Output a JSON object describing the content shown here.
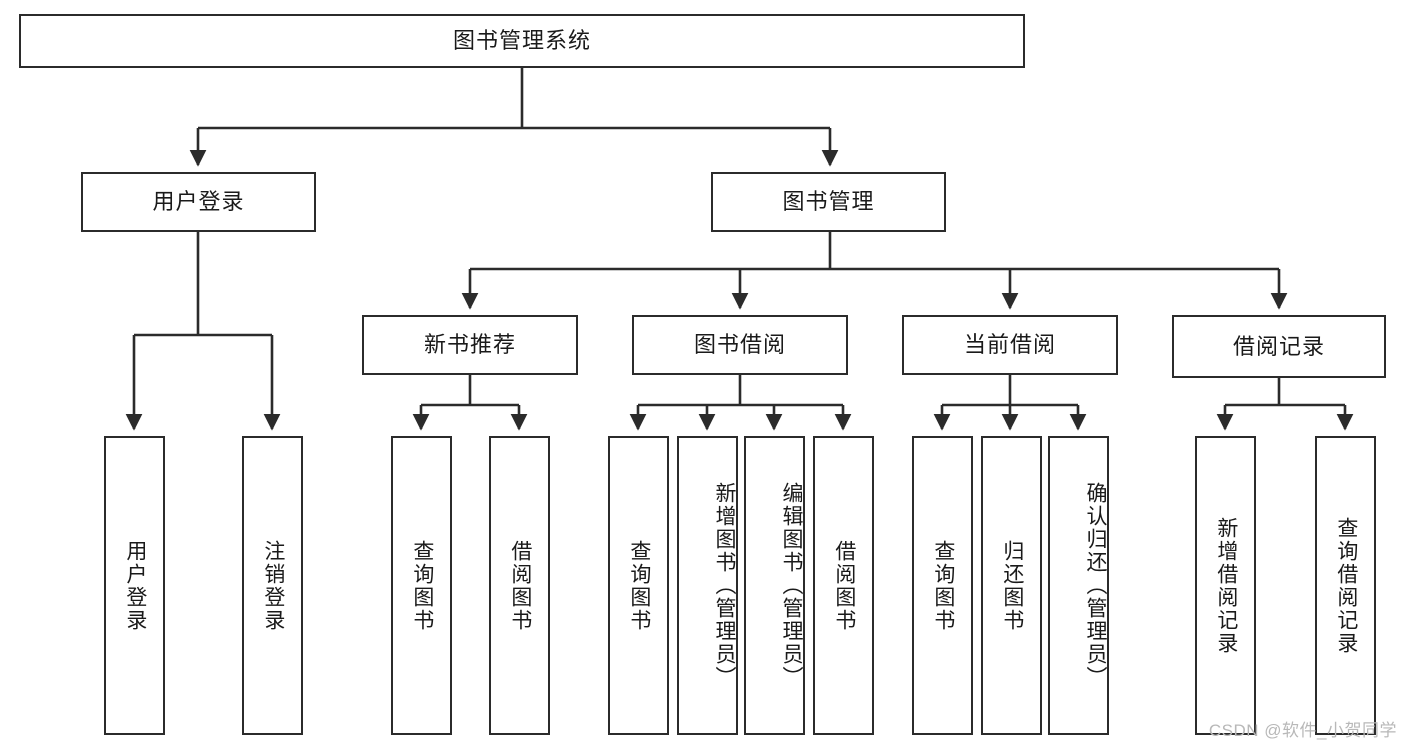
{
  "diagram": {
    "title": "图书管理系统",
    "watermark": "CSDN @软件_小贺同学",
    "root": {
      "label": "图书管理系统"
    },
    "level1": [
      {
        "label": "用户登录"
      },
      {
        "label": "图书管理"
      }
    ],
    "level2": [
      {
        "label": "新书推荐"
      },
      {
        "label": "图书借阅"
      },
      {
        "label": "当前借阅"
      },
      {
        "label": "借阅记录"
      }
    ],
    "leaves": [
      {
        "label": "用户登录"
      },
      {
        "label": "注销登录"
      },
      {
        "label": "查询图书"
      },
      {
        "label": "借阅图书"
      },
      {
        "label": "查询图书"
      },
      {
        "label": "新增图书（管理员）"
      },
      {
        "label": "编辑图书（管理员）"
      },
      {
        "label": "借阅图书"
      },
      {
        "label": "查询图书"
      },
      {
        "label": "归还图书"
      },
      {
        "label": "确认归还（管理员）"
      },
      {
        "label": "新增借阅记录"
      },
      {
        "label": "查询借阅记录"
      }
    ],
    "colors": {
      "stroke": "#2b2b2b",
      "background": "#ffffff",
      "text": "#1a1a1a",
      "watermark": "#b8b8b8"
    }
  }
}
